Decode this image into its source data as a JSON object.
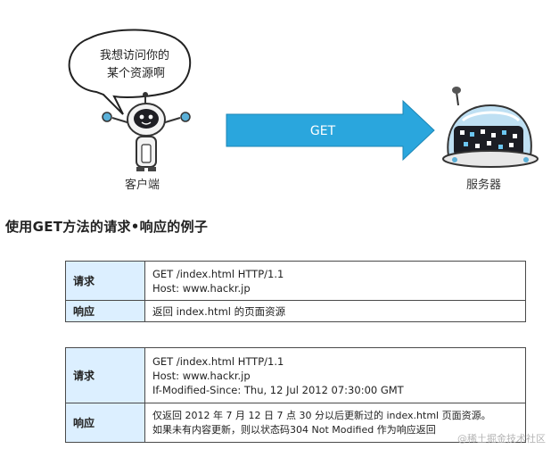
{
  "diagram": {
    "speech_bubble": [
      "我想访问你的",
      "某个资源啊"
    ],
    "client_label": "客户端",
    "server_label": "服务器",
    "arrow_label": "GET"
  },
  "section_title": "使用GET方法的请求•响应的例子",
  "tables": [
    {
      "rows": [
        {
          "key": "请求",
          "lines": [
            "GET /index.html HTTP/1.1",
            "Host: www.hackr.jp"
          ]
        },
        {
          "key": "响应",
          "lines": [
            "返回 index.html 的页面资源"
          ]
        }
      ]
    },
    {
      "rows": [
        {
          "key": "请求",
          "lines": [
            "GET /index.html HTTP/1.1",
            "Host: www.hackr.jp",
            "If-Modified-Since: Thu, 12 Jul 2012 07:30:00 GMT"
          ]
        },
        {
          "key": "响应",
          "lines": [
            "仅返回 2012 年 7 月 12 日 7 点 30 分以后更新过的 index.html 页面资源。",
            "如果未有内容更新，则以状态码304 Not Modified 作为响应返回"
          ]
        }
      ]
    }
  ],
  "watermark": "@稀土掘金技术社区",
  "colors": {
    "arrow": "#2aa6dd",
    "key_cell": "#dcefff",
    "border": "#4a4a4a"
  }
}
